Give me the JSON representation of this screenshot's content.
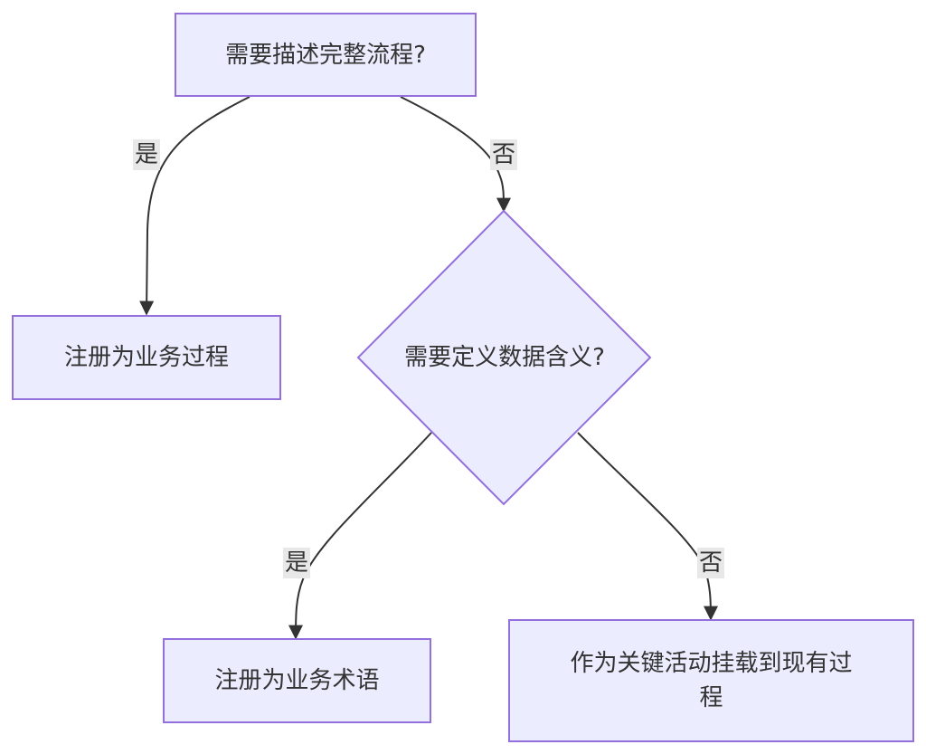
{
  "nodes": {
    "start": "需要描述完整流程?",
    "register_process": "注册为业务过程",
    "define_meaning": "需要定义数据含义?",
    "register_term": "注册为业务术语",
    "attach_activity": "作为关键活动挂载到现有过程"
  },
  "edges": {
    "yes_1": "是",
    "no_1": "否",
    "yes_2": "是",
    "no_2": "否"
  }
}
